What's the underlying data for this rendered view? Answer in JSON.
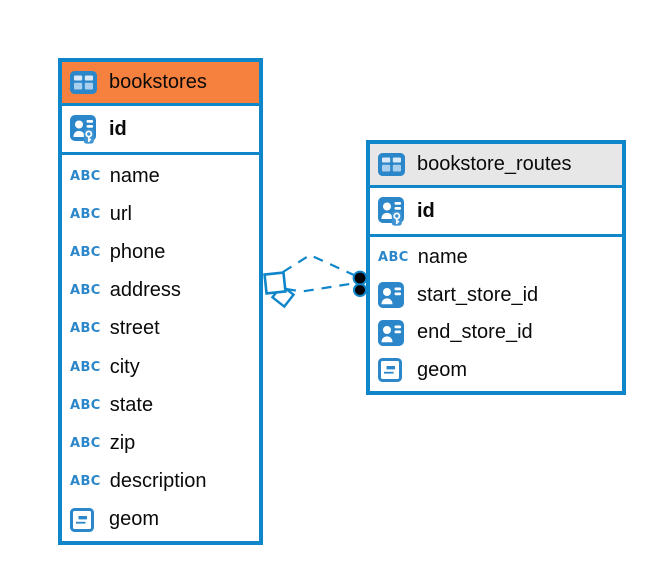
{
  "app": {
    "view": "er-diagram"
  },
  "colors": {
    "accent_blue": "#0e86c9",
    "icon_blue": "#2b87c9",
    "bookstores_header": "#f6813e",
    "routes_header": "#e7e7e7",
    "text": "#0a0a0a",
    "background": "#ffffff",
    "relationship_dot": "#000000"
  },
  "icons": {
    "text_type_label": "ABC",
    "table_icon": "table-grid",
    "primary_key_icon": "person-key",
    "reference_icon": "person-card",
    "geometry_icon": "dash-box",
    "many_end_icon": "overlapping-diamonds",
    "one_end_icon": "filled-dots"
  },
  "tables": [
    {
      "name": "bookstores",
      "header_color": "#f6813e",
      "columns": [
        {
          "name": "id",
          "type": "primary-key"
        },
        {
          "name": "name",
          "type": "text"
        },
        {
          "name": "url",
          "type": "text"
        },
        {
          "name": "phone",
          "type": "text"
        },
        {
          "name": "address",
          "type": "text"
        },
        {
          "name": "street",
          "type": "text"
        },
        {
          "name": "city",
          "type": "text"
        },
        {
          "name": "state",
          "type": "text"
        },
        {
          "name": "zip",
          "type": "text"
        },
        {
          "name": "description",
          "type": "text"
        },
        {
          "name": "geom",
          "type": "geometry"
        }
      ]
    },
    {
      "name": "bookstore_routes",
      "header_color": "#e7e7e7",
      "columns": [
        {
          "name": "id",
          "type": "primary-key"
        },
        {
          "name": "name",
          "type": "text"
        },
        {
          "name": "start_store_id",
          "type": "reference"
        },
        {
          "name": "end_store_id",
          "type": "reference"
        },
        {
          "name": "geom",
          "type": "geometry"
        }
      ]
    }
  ],
  "relationships": [
    {
      "from_table": "bookstores",
      "to_table": "bookstore_routes",
      "line_style": "dashed",
      "count": 2
    }
  ]
}
